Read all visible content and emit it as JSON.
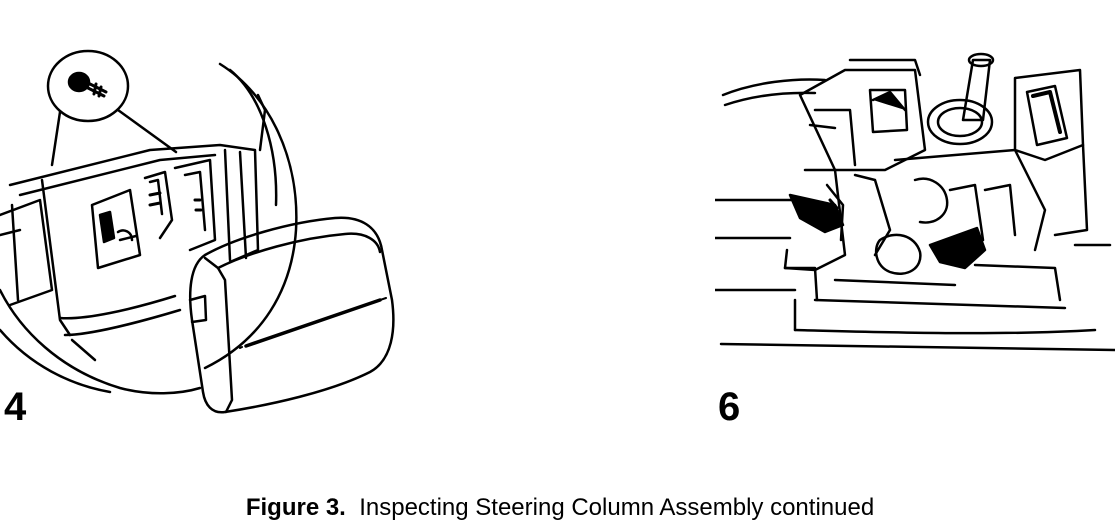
{
  "figure": {
    "label": "Figure 3.",
    "title": "Inspecting Steering Column Assembly continued"
  },
  "steps": [
    {
      "number": "4",
      "icon": "steering-wheel-airbag-removal-illustration"
    },
    {
      "number": "6",
      "icon": "steering-column-connectors-illustration"
    }
  ],
  "colors": {
    "ink": "#000000",
    "paper": "#ffffff"
  }
}
